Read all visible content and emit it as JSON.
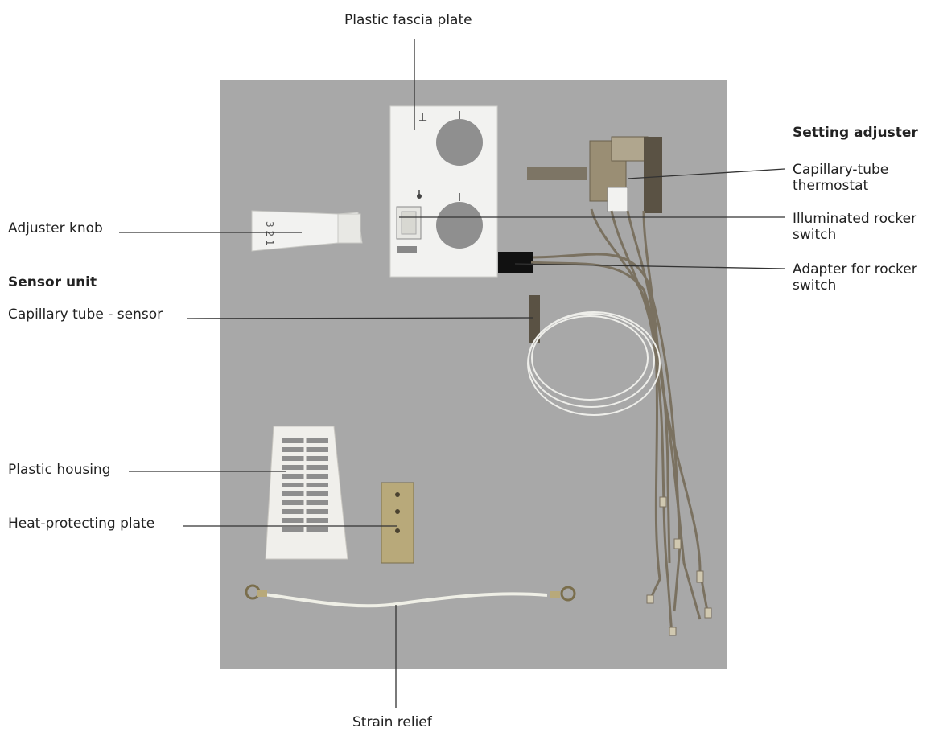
{
  "labels": {
    "plastic_fascia_plate": "Plastic fascia plate",
    "setting_adjuster": "Setting adjuster",
    "capillary_tube_thermostat": "Capillary-tube thermostat",
    "illuminated_rocker_switch": "Illuminated rocker switch",
    "adapter_for_rocker_switch": "Adapter for rocker switch",
    "adjuster_knob": "Adjuster knob",
    "sensor_unit": "Sensor unit",
    "capillary_tube_sensor": "Capillary tube - sensor",
    "plastic_housing": "Plastic housing",
    "heat_protecting_plate": "Heat-protecting plate",
    "strain_relief": "Strain relief"
  },
  "knob_markings": "3 2 1",
  "colors": {
    "board": "#a8a8a8",
    "plastic": "#f2f2f0",
    "metal": "#9a8e74",
    "wire": "#7a7160",
    "leader_line": "#333333"
  }
}
